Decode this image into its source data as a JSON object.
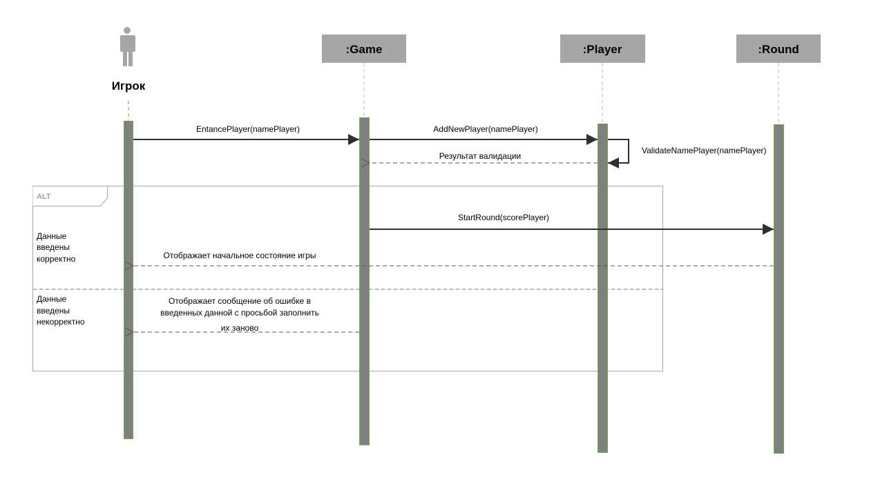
{
  "actor": {
    "name": "Игрок",
    "icon": "person-icon"
  },
  "lifelines": [
    {
      "id": "game",
      "label": ":Game"
    },
    {
      "id": "player",
      "label": ":Player"
    },
    {
      "id": "round",
      "label": ":Round"
    }
  ],
  "messages": {
    "entance_player": "EntancePlayer(namePlayer)",
    "add_new_player": "AddNewPlayer(namePlayer)",
    "validate_name": "ValidateNamePlayer(namePlayer)",
    "validation_result": "Результат валидации",
    "start_round": "StartRound(scorePlayer)",
    "shows_initial_state": "Отображает начальное состояние игры",
    "shows_error": [
      "Отображает сообщение об ошибке в",
      "введенных данной с просьбой заполнить",
      "их заново"
    ]
  },
  "alt_fragment": {
    "tag": "ALT",
    "guard_1": [
      "Данные",
      "введены",
      "корректно"
    ],
    "guard_2": [
      "Данные",
      "введены",
      "некорректно"
    ]
  },
  "colors": {
    "header_fill": "#a6a6a6",
    "activation_fill": "#808080",
    "activation_border": "#70ad47",
    "arrow": "#2f2f2f",
    "lifeline_dash": "#b8b8b8"
  }
}
